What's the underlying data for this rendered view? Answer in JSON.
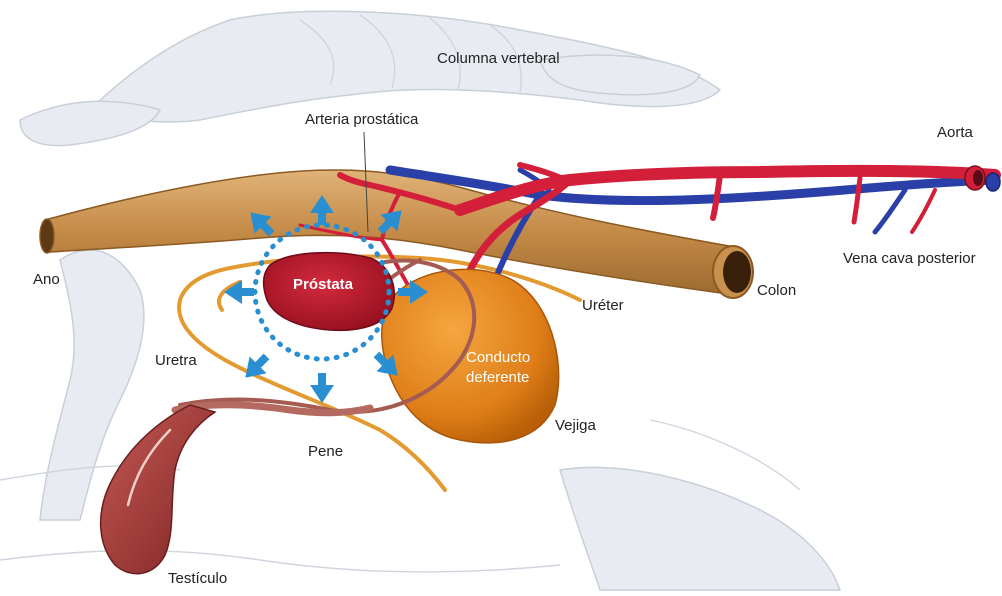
{
  "labels": {
    "columna_vertebral": "Columna vertebral",
    "arteria_prostatica": "Arteria prostática",
    "aorta": "Aorta",
    "vena_cava_posterior": "Vena cava posterior",
    "ano": "Ano",
    "colon": "Colon",
    "ureter": "Uréter",
    "uretra": "Uretra",
    "prostata": "Próstata",
    "conducto_line1": "Conducto",
    "conducto_line2": "deferente",
    "vejiga": "Vejiga",
    "pene": "Pene",
    "testiculo": "Testículo"
  },
  "colors": {
    "artery_red": "#d41f3a",
    "vein_blue": "#2a3fa8",
    "colon_tan": "#c8924e",
    "bladder_orange": "#e58a1a",
    "prostate_red": "#b8172c",
    "testicle_red": "#a83a3a",
    "arrow_blue": "#2a8fd0",
    "ureter_orange": "#e39a30",
    "skeleton_gray": "#d9dee6"
  }
}
